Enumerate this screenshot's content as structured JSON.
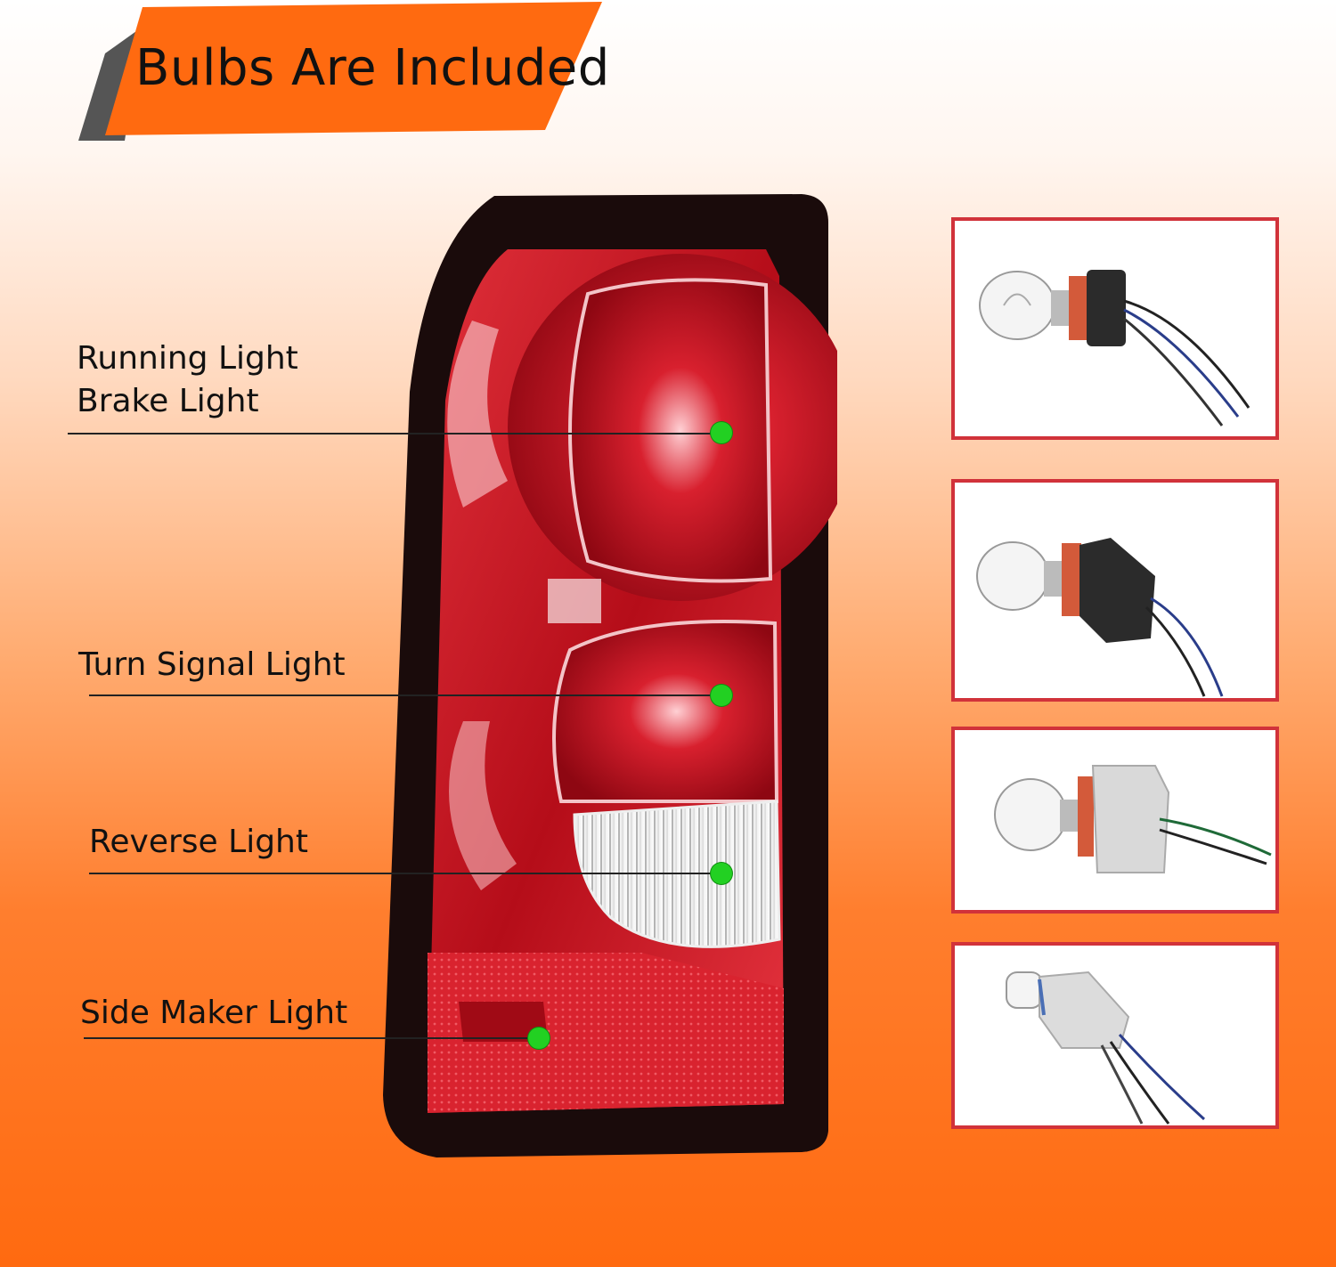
{
  "banner": {
    "title": "Bulbs Are Included"
  },
  "colors": {
    "accent": "#ff6a10",
    "panel_border": "#d1323a",
    "indicator": "#22d022",
    "lens_red": "#c40f1e"
  },
  "labels": {
    "running_light": "Running Light",
    "brake_light": "Brake Light",
    "turn_signal_light": "Turn Signal Light",
    "reverse_light": "Reverse Light",
    "side_marker_light": "Side Maker Light"
  },
  "bulb_panels": [
    {
      "icon": "bulb-socket-icon"
    },
    {
      "icon": "bulb-socket-icon"
    },
    {
      "icon": "bulb-socket-icon"
    },
    {
      "icon": "wedge-bulb-socket-icon"
    }
  ]
}
